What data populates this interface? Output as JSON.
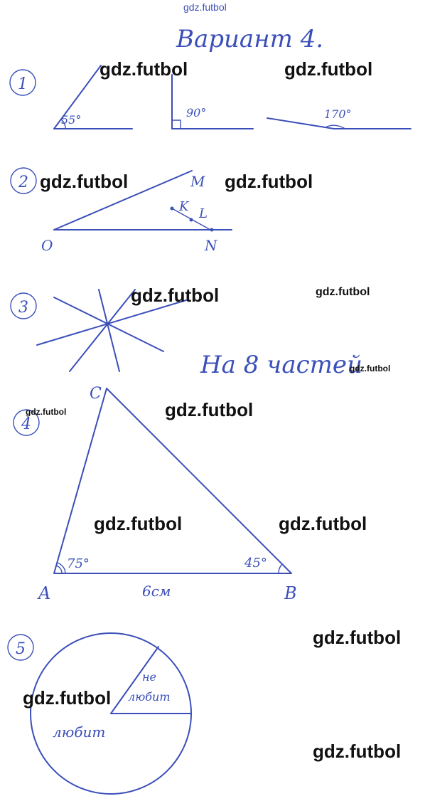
{
  "header": {
    "site": "gdz.futbol",
    "title": "Вариант 4."
  },
  "watermark": "gdz.futbol",
  "task1": {
    "number": "1",
    "angles": [
      "55°",
      "90°",
      "170°"
    ]
  },
  "task2": {
    "number": "2",
    "points": {
      "M": "M",
      "K": "K",
      "L": "L",
      "O": "O",
      "N": "N"
    }
  },
  "task3": {
    "number": "3",
    "answer": "На 8 частей"
  },
  "task4": {
    "number": "4",
    "vertices": {
      "A": "A",
      "B": "B",
      "C": "C"
    },
    "angle_A": "75°",
    "angle_B": "45°",
    "side_AB": "6см"
  },
  "task5": {
    "number": "5",
    "sector_small_line1": "не",
    "sector_small_line2": "любит",
    "sector_large": "любит"
  },
  "colors": {
    "ink": "#3b4fb8",
    "watermark": "#111111"
  }
}
